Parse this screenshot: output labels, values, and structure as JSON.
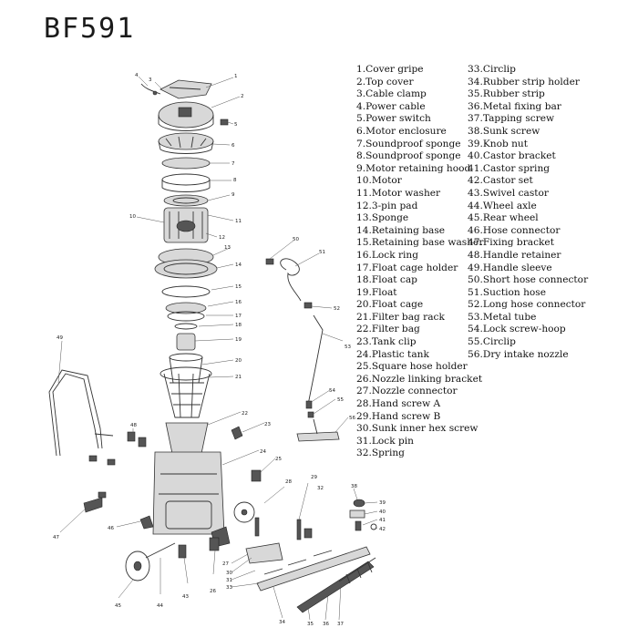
{
  "title": "BF591",
  "legend": {
    "column1": [
      "1.Cover gripe",
      "2.Top cover",
      "3.Cable clamp",
      "4.Power cable",
      "5.Power switch",
      "6.Motor enclosure",
      "7.Soundproof sponge",
      "8.Soundproof sponge",
      "9.Motor retaining hood",
      "10.Motor",
      "11.Motor washer",
      "12.3-pin pad",
      "13.Sponge",
      "14.Retaining base",
      "15.Retaining base washer",
      "16.Lock ring",
      "17.Float cage holder",
      "18.Float cap",
      "19.Float",
      "20.Float cage",
      "21.Filter bag rack",
      "22.Filter bag",
      "23.Tank clip",
      "24.Plastic tank",
      "25.Square hose holder",
      "26.Nozzle linking bracket",
      "27.Nozzle connector",
      "28.Hand screw A",
      "29.Hand screw B",
      "30.Sunk inner hex screw",
      "31.Lock pin",
      "32.Spring"
    ],
    "column2": [
      "33.Circlip",
      "34.Rubber strip holder",
      "35.Rubber strip",
      "36.Metal fixing bar",
      "37.Tapping screw",
      "38.Sunk screw",
      "39.Knob nut",
      "40.Castor bracket",
      "41.Castor spring",
      "42.Castor set",
      "43.Swivel castor",
      "44.Wheel axle",
      "45.Rear wheel",
      "46.Hose connector",
      "47.Fixing bracket",
      "48.Handle retainer",
      "49.Handle sleeve",
      "50.Short hose connector",
      "51.Suction hose",
      "52.Long hose connector",
      "53.Metal tube",
      "54.Lock screw-hoop",
      "55.Circlip",
      "56.Dry intake nozzle"
    ]
  },
  "callouts": {
    "n1": "1",
    "n2": "2",
    "n3": "3",
    "n4": "4",
    "n5": "5",
    "n6": "6",
    "n7": "7",
    "n8": "8",
    "n9": "9",
    "n10": "10",
    "n11": "11",
    "n12": "12",
    "n13": "13",
    "n14": "14",
    "n15": "15",
    "n16": "16",
    "n17": "17",
    "n18": "18",
    "n19": "19",
    "n20": "20",
    "n21": "21",
    "n22": "22",
    "n23": "23",
    "n24": "24",
    "n25": "25",
    "n26": "26",
    "n27": "27",
    "n28": "28",
    "n29": "29",
    "n30": "30",
    "n31": "31",
    "n32": "32",
    "n33": "33",
    "n34": "34",
    "n35": "35",
    "n36": "36",
    "n37": "37",
    "n38": "38",
    "n39": "39",
    "n40": "40",
    "n41": "41",
    "n42": "42",
    "n43": "43",
    "n44": "44",
    "n45": "45",
    "n46": "46",
    "n47": "47",
    "n48": "48",
    "n49": "49",
    "n50": "50",
    "n51": "51",
    "n52": "52",
    "n53": "53",
    "n54": "54",
    "n55": "55",
    "n56": "56"
  }
}
